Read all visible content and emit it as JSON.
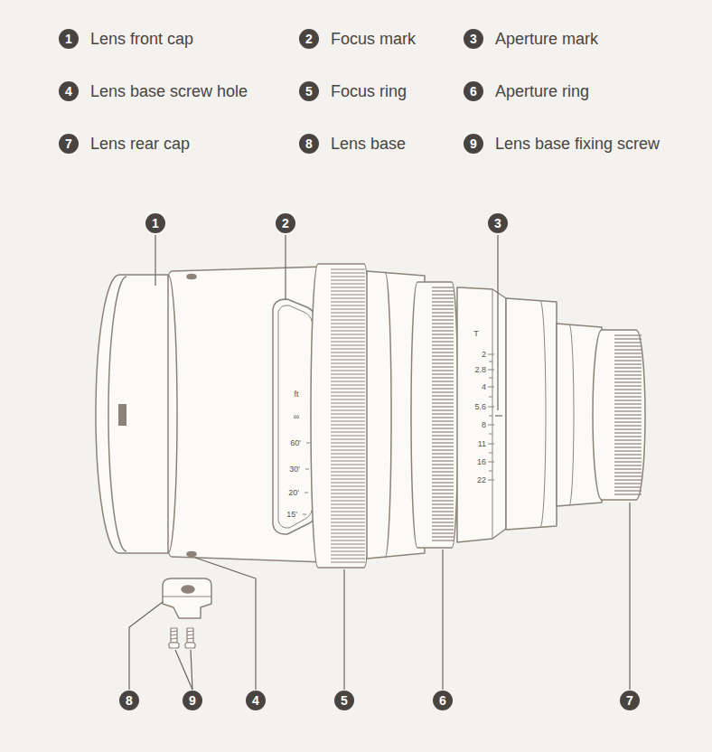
{
  "diagram": {
    "labels": [
      "1",
      "Lens front cap",
      "2",
      "Focus mark",
      "3",
      "Aperture mark",
      "4",
      "Lens base screw hole",
      "5",
      "Focus ring",
      "6",
      "Aperture ring",
      "7",
      "Lens rear cap",
      "8",
      "Lens base",
      "9",
      "Lens base fixing screw",
      "1",
      "2",
      "3",
      "8",
      "9",
      "4",
      "5",
      "6",
      "7",
      "ft",
      "∞",
      "60'",
      "30'",
      "20'",
      "15'",
      "T",
      "2",
      "2.8",
      "4",
      "5.6",
      "8",
      "11",
      "16",
      "22"
    ]
  }
}
